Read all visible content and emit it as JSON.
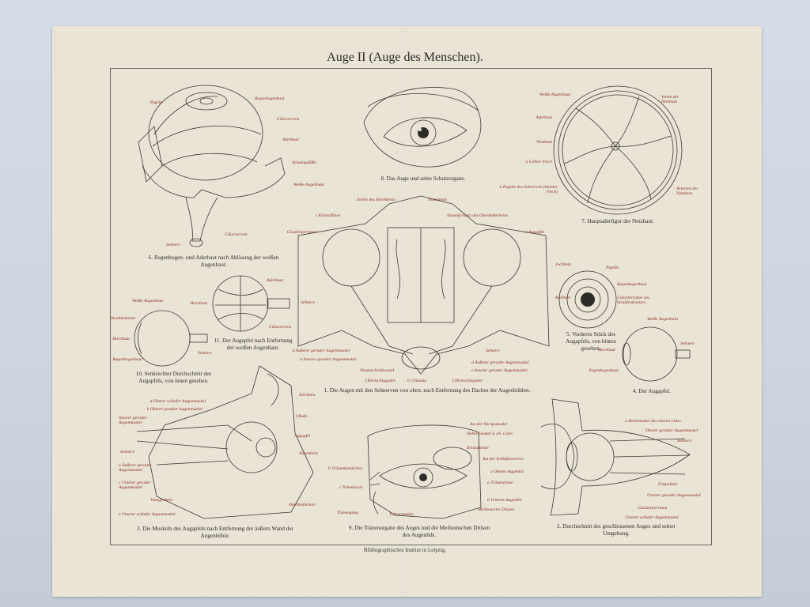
{
  "title": "Auge II (Auge des Menschen).",
  "publisher": "Bibliographisches Institut in Leipzig.",
  "captions": {
    "fig6": "6. Regenbogen- und Aderhaut nach Ablösung der weißen Augenhaut.",
    "fig8": "8. Das Auge und seine Schutzorgane.",
    "fig7": "7. Hauptaderfigur der Netzhaut.",
    "fig11": "11. Der Augapfel nach Entfernung der weißen Augenhaut.",
    "fig10": "10. Senkrechter Durchschnitt des Augapfels, von innen gesehen.",
    "fig1": "1. Die Augen mit den Sehnerven von oben, nach Entfernung des Daches der Augenhöhlen.",
    "fig5": "5. Vorderes Stück des Augapfels, von hinten gesehen.",
    "fig4": "4. Der Augapfel.",
    "fig3": "3. Die Muskeln des Augapfels nach Entfernung der äußern Wand der Augenhöhle.",
    "fig9": "9. Die Tränenorgane des Auges und die Meibomschen Drüsen des Augenlids.",
    "fig2": "2. Durchschnitt des geschlossenen Auges und seiner Umgebung."
  },
  "labels": {
    "fig6": [
      "Pupille",
      "Regenbogenhaut",
      "Ciliarnerven",
      "Aderhaut",
      "Strudelgefäße",
      "Weiße Augenhaut",
      "Ciliarnerven",
      "Sehnerv"
    ],
    "fig7": [
      "Weiße Augenhaut",
      "Aderhaut",
      "Netzhaut",
      "a Gelber Fleck",
      "b Pupille des Sehnerven (blinder Fleck)",
      "Venen der Netzhaut",
      "Arterien der Netzhaut"
    ],
    "fig1": [
      "Zellen des Riechbeins",
      "Nasenbein",
      "c Kristalllinse",
      "Nasenfortsatz des Oberkieferbeins",
      "Glaskörperraum",
      "a Augapfel",
      "Jochbein",
      "Keilbein",
      "Sehnerv",
      "d Äußerer gerader Augenmuskel",
      "e Innerer gerader Augenmuskel",
      "Nasenscheidewand",
      "f Hirnschlagader",
      "b Chiasma",
      "f Hirnschlagader",
      "Sehnerv",
      "d Äußerer gerader Augenmuskel",
      "e Innerer gerader Augenmuskel"
    ],
    "fig11": [
      "Aderhaut",
      "Hornhaut",
      "Ciliarnerven"
    ],
    "fig10": [
      "Weiße Augenhaut",
      "Strahlenkranz",
      "Hornhaut",
      "Regenbogenhaut",
      "Sehnerv"
    ],
    "fig5": [
      "Pupille",
      "Regenbogenhaut",
      "Ciliarfortsätze des Strahlenkranzes"
    ],
    "fig4": [
      "Weiße Augenhaut",
      "Hornhaut",
      "Sehnerv",
      "Regenbogenhaut"
    ],
    "fig3": [
      "d Oberer schiefer Augenmuskel",
      "b Oberer gerader Augenmuskel",
      "Innerer gerader Augenmuskel",
      "Sehnerv",
      "a Äußerer gerader Augenmuskel",
      "c Unterer gerader Augenmuskel",
      "Wangenbein",
      "e Unterer schiefer Augenmuskel",
      "Stirnbein",
      "f Rolle",
      "Augapfel",
      "Nasenbein",
      "Oberkieferbein"
    ],
    "fig9": [
      "Ast der Stirnpulsader",
      "Heberrauskel d. ob. Lides",
      "Kristalllinse",
      "Ast der Schläfenarterie",
      "a Oberes Augenlid",
      "a Tränendrüse",
      "b Tränenkanälchen",
      "c Tränensack",
      "b Unteres Augenlid",
      "Meibomsche Drüsen",
      "Tränengang",
      "Tränenpunkte"
    ],
    "fig2": [
      "a Hebemuskel des oberen Lides",
      "Oberer gerader Augenmuskel",
      "Sehnerv",
      "Fettpolster",
      "Unterer gerader Augenmuskel",
      "Glaskörperraum",
      "Unterer schiefer Augenmuskel"
    ]
  }
}
